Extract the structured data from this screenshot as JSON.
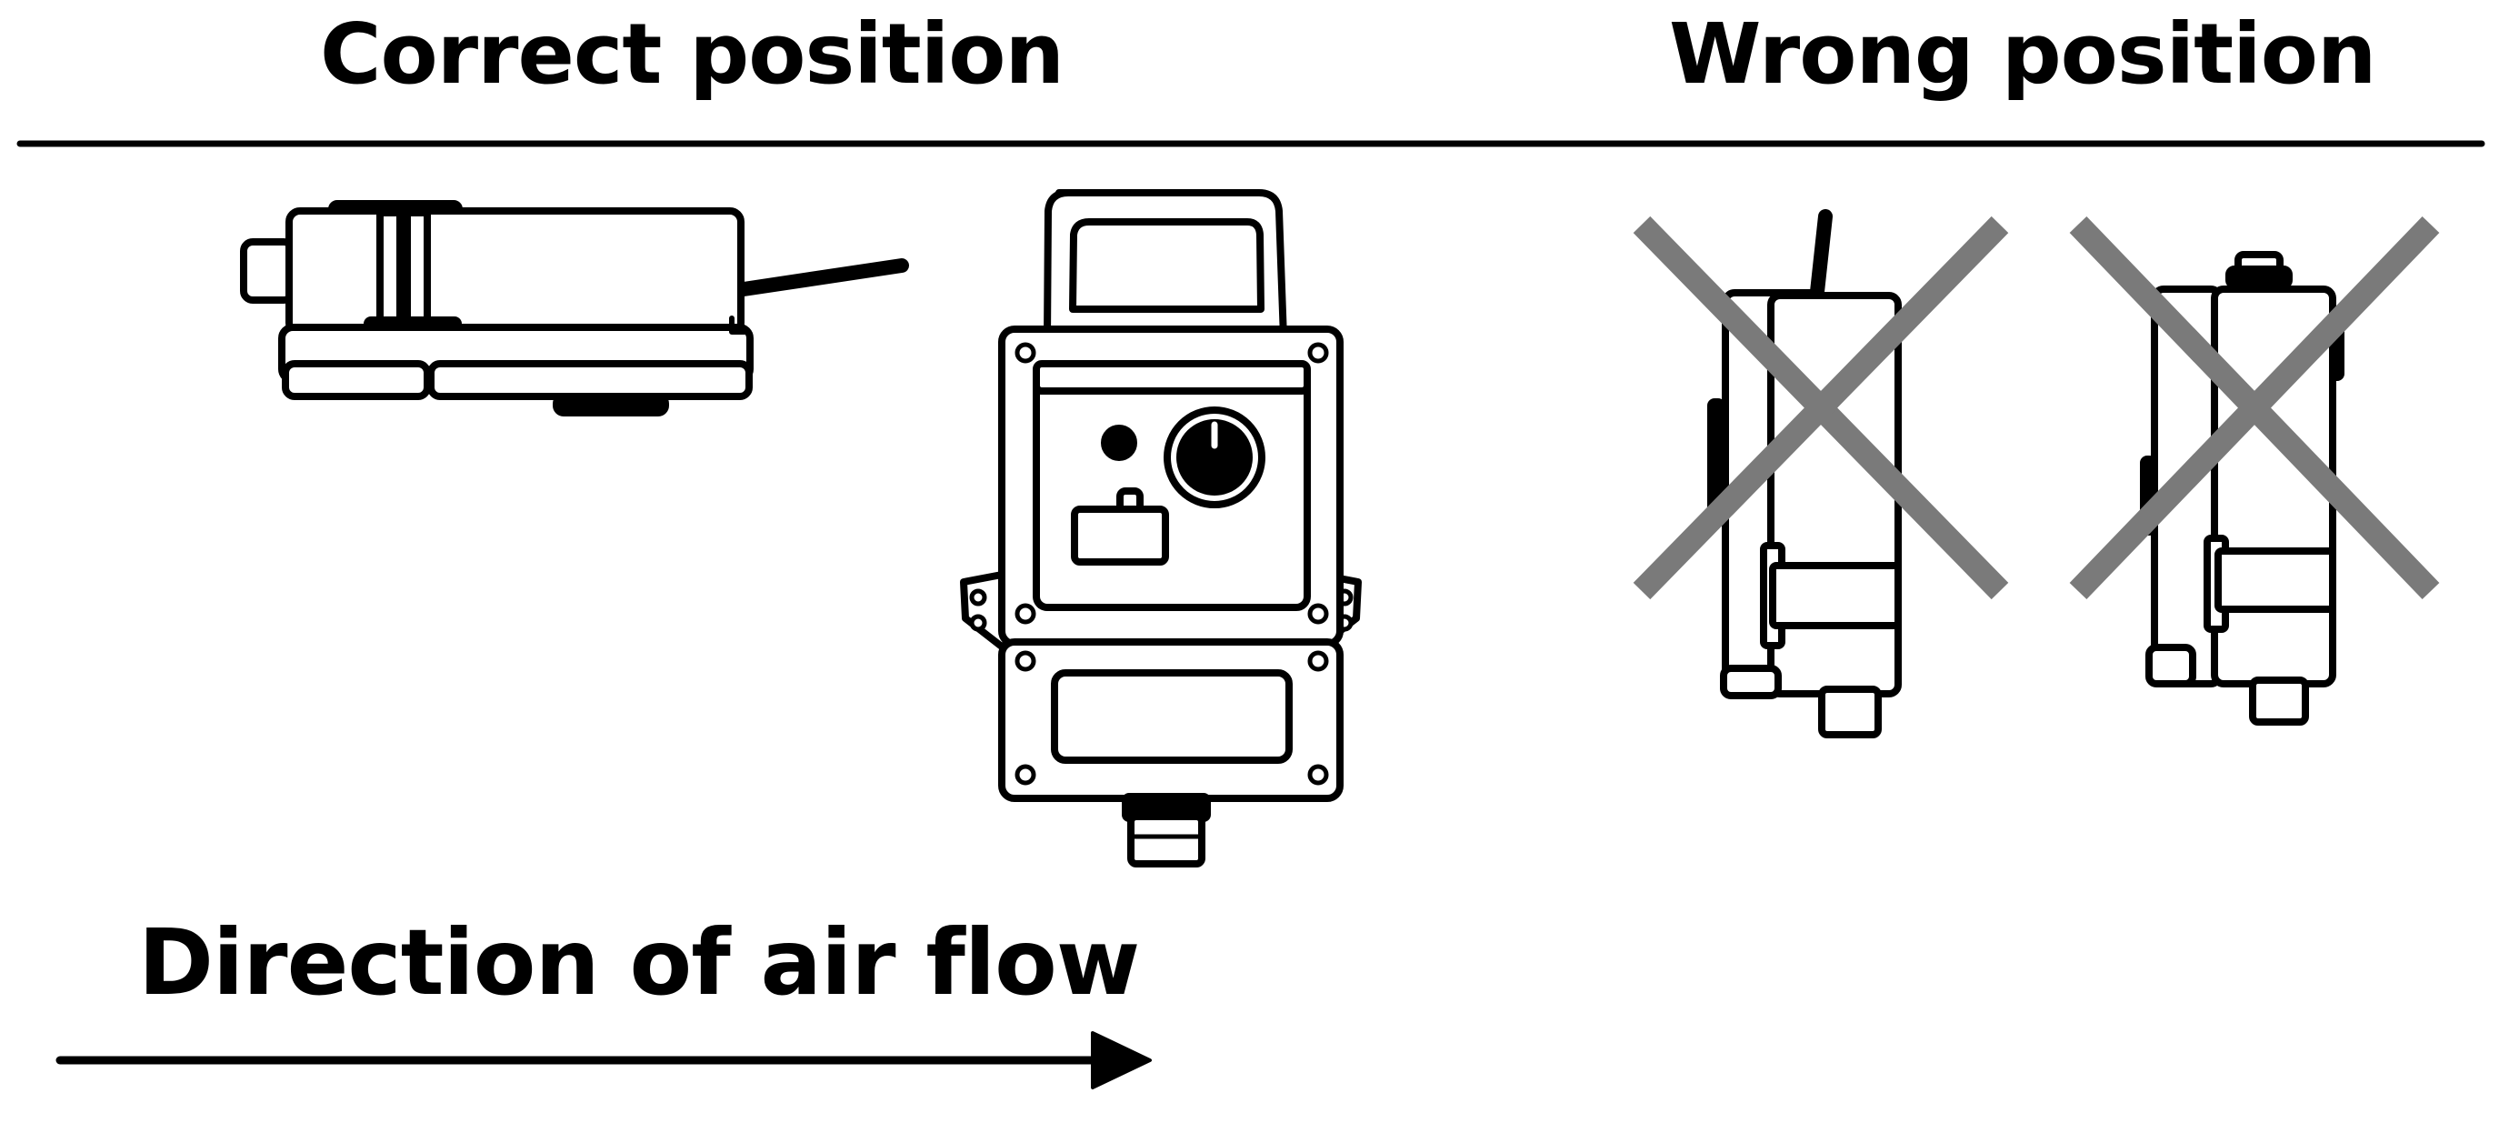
{
  "headings": {
    "correct": "Correct position",
    "wrong": "Wrong position"
  },
  "air_flow": {
    "label": "Direction of air flow"
  },
  "colors": {
    "ink": "#000000",
    "cross": "#7a7a7a",
    "background": "#ffffff"
  },
  "icons": [
    "device-side-view-icon",
    "device-front-view-icon",
    "device-vertical-view-icon",
    "cross-mark-icon",
    "arrow-right-icon"
  ]
}
